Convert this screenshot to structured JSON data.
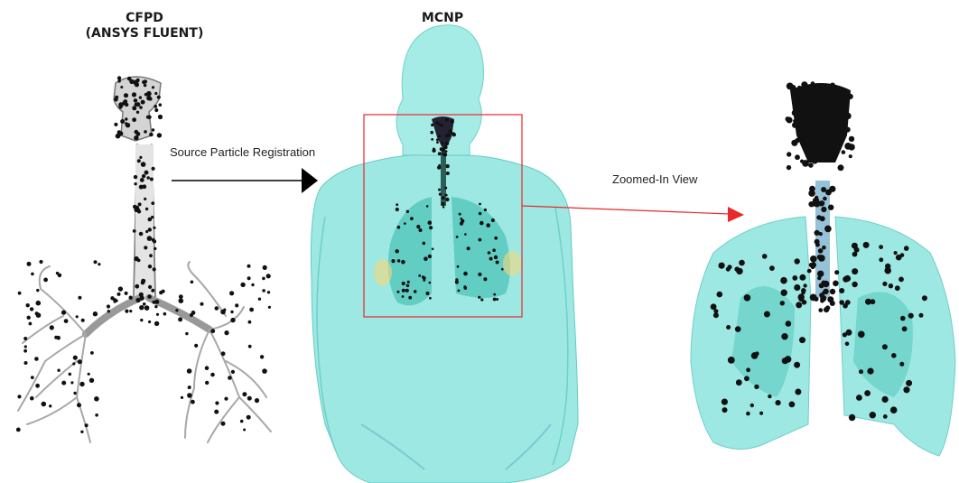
{
  "panels": {
    "cfpd": {
      "title_line1": "CFPD",
      "title_line2": "(ANSYS FLUENT)"
    },
    "mcnp": {
      "title": "MCNP"
    }
  },
  "annotations": {
    "registration": "Source Particle Registration",
    "zoom": "Zoomed-In View"
  },
  "colors": {
    "phantom": "#8ee3dc",
    "phantom_edge": "#5fc7c0",
    "lung": "#3fb8ae",
    "particle": "#111111",
    "airway": "#d9d9d9",
    "zoom_box": "#e8282b",
    "arrow_black": "#000000"
  }
}
